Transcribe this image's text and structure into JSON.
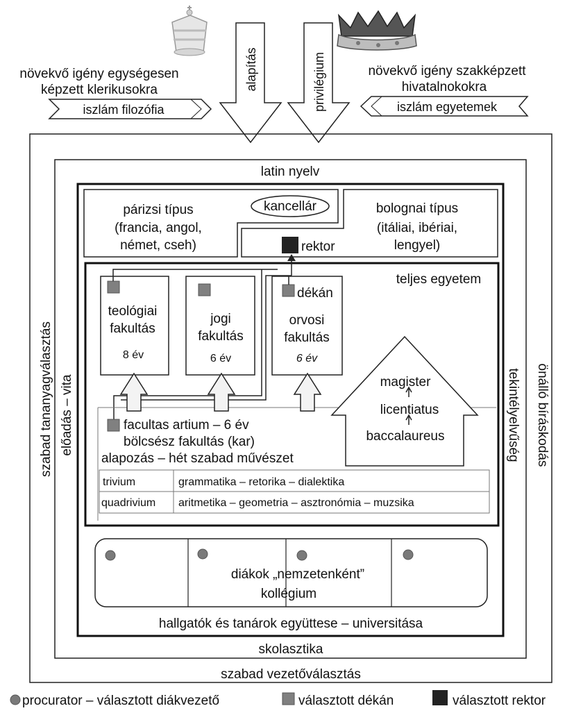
{
  "top": {
    "left_need_line1": "növekvő igény egységesen",
    "left_need_line2": "képzett klerikusokra",
    "left_arrow_label": "iszlám filozófia",
    "down_arrow1_label": "alapítás",
    "down_arrow2_label": "privilégium",
    "right_need_line1": "növekvő igény szakképzett",
    "right_need_line2": "hivatalnokokra",
    "right_arrow_label": "iszlám egyetemek"
  },
  "outer": {
    "bottom_label": "szabad vezetőválasztás",
    "left_label": "szabad tananyagválasztás",
    "right_label": "önálló bíráskodás"
  },
  "second": {
    "top_label": "latin nyelv",
    "bottom_label": "skolasztika",
    "left_label": "előadás – vita",
    "right_label": "tekintélyelvűség"
  },
  "types": {
    "paris_line1": "párizsi típus",
    "paris_line2": "(francia, angol,",
    "paris_line3": "német, cseh)",
    "chancellor": "kancellár",
    "bologna_line1": "bolognai típus",
    "bologna_line2": "(itáliai, ibériai,",
    "bologna_line3": "lengyel)",
    "rector": "rektor"
  },
  "university": {
    "title": "teljes egyetem",
    "theology_line1": "teológiai",
    "theology_line2": "fakultás",
    "theology_years": "8 év",
    "law_line1": "jogi",
    "law_line2": "fakultás",
    "law_years": "6 év",
    "dean": "dékán",
    "medicine_line1": "orvosi",
    "medicine_line2": "fakultás",
    "medicine_years": "6 év",
    "degree_top": "magister",
    "degree_mid": "licentiatus",
    "degree_bottom": "baccalaureus",
    "artium_line1": "facultas artium – 6 év",
    "artium_line2": "bölcsész fakultás (kar)",
    "artium_line3": "alapozás – hét szabad művészet",
    "table": [
      {
        "name": "trivium",
        "subjects": "grammatika – retorika – dialektika"
      },
      {
        "name": "quadrivium",
        "subjects": "aritmetika – geometria – asztronómia – muzsika"
      }
    ]
  },
  "students": {
    "line1": "diákok „nemzetenként”",
    "line2": "kollégium",
    "community": "hallgatók és tanárok együttese – universitása"
  },
  "legend": {
    "procurator": "procurator – választott diákvezető",
    "dean": "választott dékán",
    "rector": "választott rektor"
  },
  "colors": {
    "dean_square": "#808080",
    "rector_square": "#222222",
    "procurator_dot": "#7a7a7a"
  }
}
